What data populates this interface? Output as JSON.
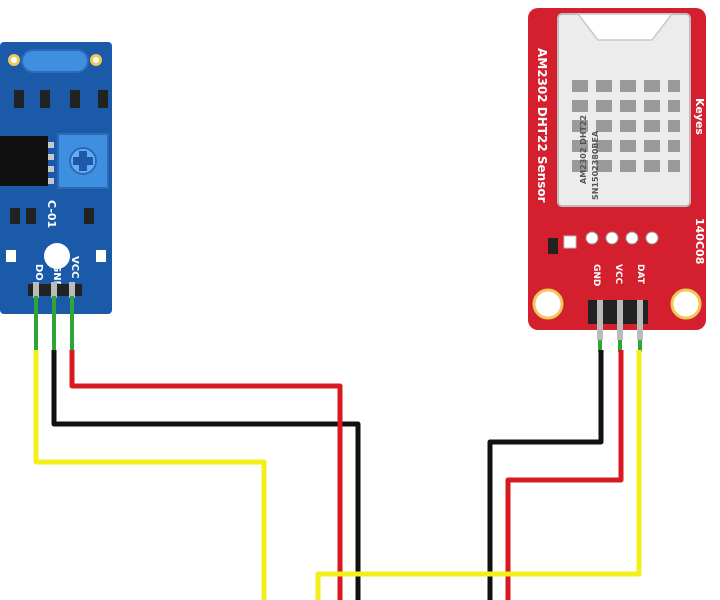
{
  "left_module": {
    "silkscreen": {
      "pin_do": "DO",
      "pin_gnd": "GND",
      "pin_vcc": "VCC",
      "board_id": "C-01"
    }
  },
  "right_module": {
    "silkscreen": {
      "model": "AM2302 DHT22 Sensor",
      "brand": "Keyes",
      "date_code": "140C08",
      "pin_gnd": "GND",
      "pin_vcc": "VCC",
      "pin_dat": "DAT",
      "chip_line1": "AM2302 DHT22",
      "chip_line2": "SN1502380BEA"
    }
  },
  "colors": {
    "left_board": "#1b5aa8",
    "right_board": "#d4202e",
    "wire_red": "#d71920",
    "wire_black": "#111111",
    "wire_yellow": "#f2ef1a",
    "wire_green": "#2da537"
  }
}
